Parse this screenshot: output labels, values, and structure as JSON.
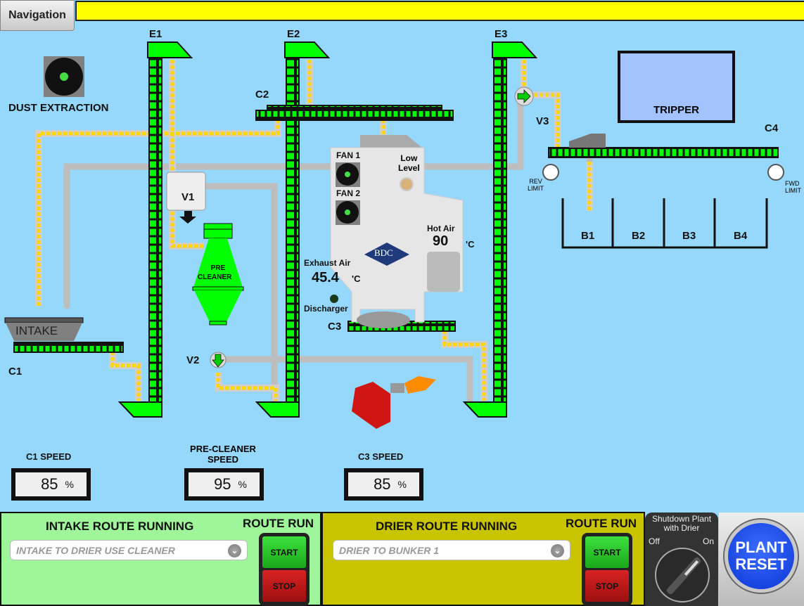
{
  "nav": {
    "label": "Navigation"
  },
  "alarm_bar": {
    "text": "",
    "color": "#ffff00"
  },
  "equipment": {
    "elevators": [
      "E1",
      "E2",
      "E3"
    ],
    "conveyors": [
      "C1",
      "C2",
      "C3",
      "C4"
    ],
    "valves": [
      "V1",
      "V2",
      "V3"
    ],
    "intake_label": "INTAKE",
    "pre_cleaner_label_1": "PRE",
    "pre_cleaner_label_2": "CLEANER",
    "dust_extraction": "DUST EXTRACTION",
    "tripper": "TRIPPER",
    "rev_limit_1": "REV",
    "rev_limit_2": "LIMIT",
    "fwd_limit_1": "FWD",
    "fwd_limit_2": "LIMIT",
    "bunkers": [
      "B1",
      "B2",
      "B3",
      "B4"
    ]
  },
  "drier": {
    "fan1": "FAN 1",
    "fan2": "FAN 2",
    "low_level_1": "Low",
    "low_level_2": "Level",
    "hot_air_label": "Hot Air",
    "hot_air_value": "90",
    "hot_air_unit": "'C",
    "exhaust_label": "Exhaust Air",
    "exhaust_value": "45.4",
    "exhaust_unit": "'C",
    "discharger": "Discharger",
    "logo": "BDC"
  },
  "speeds": [
    {
      "label": "C1 SPEED",
      "value": "85",
      "unit": "%"
    },
    {
      "label_1": "PRE-CLEANER",
      "label_2": "SPEED",
      "value": "95",
      "unit": "%"
    },
    {
      "label": "C3 SPEED",
      "value": "85",
      "unit": "%"
    }
  ],
  "intake_panel": {
    "title": "INTAKE ROUTE  RUNNING",
    "route_run": "ROUTE RUN",
    "selected_route": "INTAKE TO DRIER USE CLEANER",
    "start": "START",
    "stop": "STOP",
    "color": "#9ef59a"
  },
  "drier_panel": {
    "title": "DRIER ROUTE  RUNNING",
    "route_run": "ROUTE RUN",
    "selected_route": "DRIER TO BUNKER 1",
    "start": "START",
    "stop": "STOP",
    "color": "#c9c400"
  },
  "shutdown": {
    "title_1": "Shutdown Plant",
    "title_2": "with Drier",
    "off": "Off",
    "on": "On",
    "state": "On"
  },
  "plant_reset": {
    "line1": "PLANT",
    "line2": "RESET"
  }
}
